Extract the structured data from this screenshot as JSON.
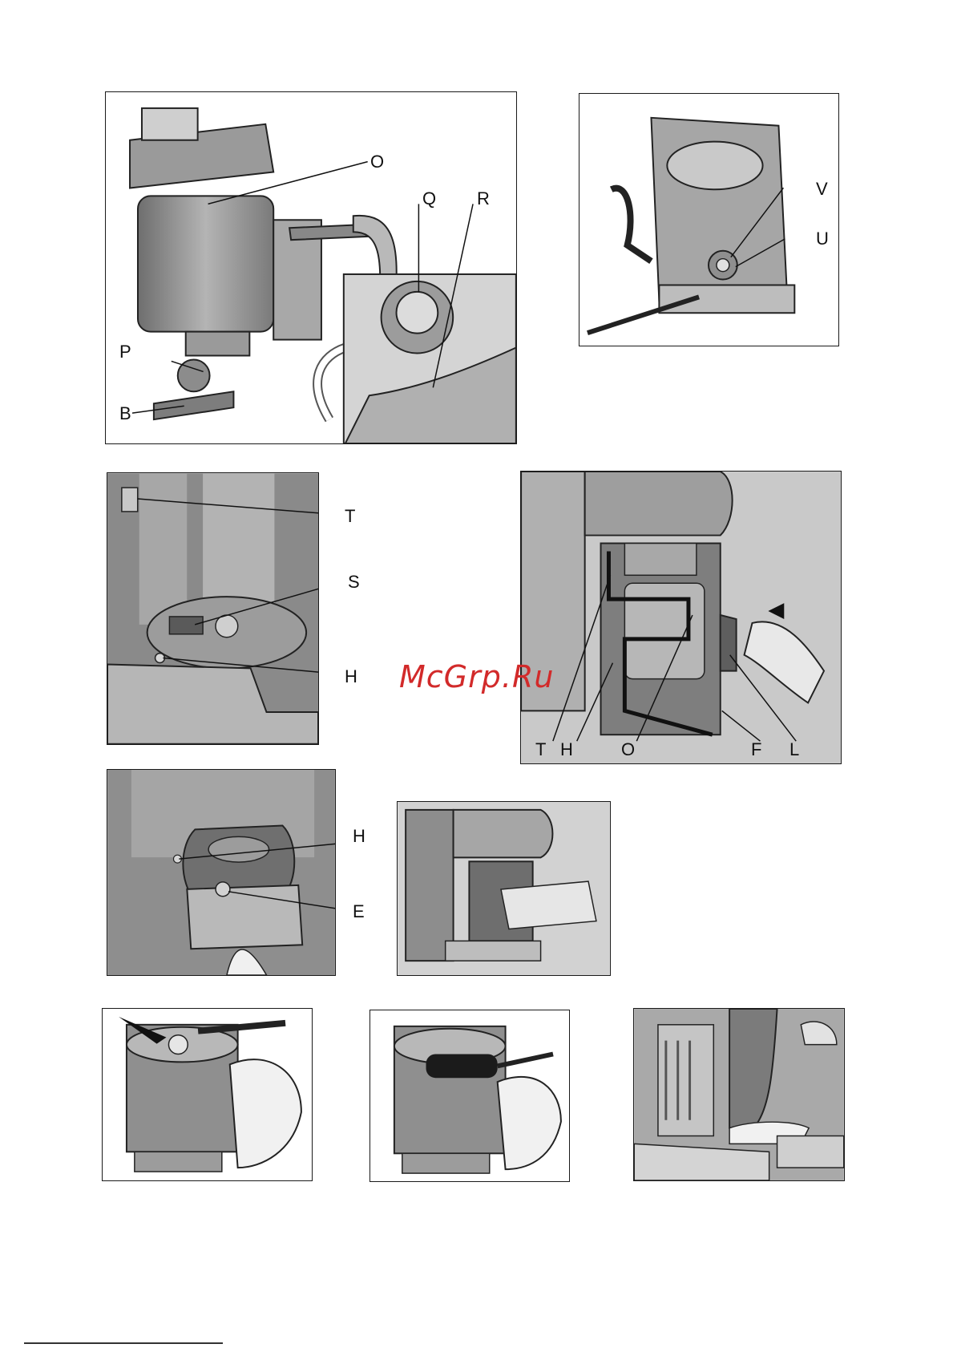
{
  "figures": {
    "fig1": {
      "labels": {
        "O": "O",
        "Q": "Q",
        "R": "R",
        "P": "P",
        "B": "B"
      }
    },
    "fig2": {
      "labels": {
        "V": "V",
        "U": "U"
      }
    },
    "fig3": {
      "labels": {
        "T": "T",
        "S": "S",
        "H": "H"
      }
    },
    "fig4": {
      "labels": {
        "T": "T",
        "H": "H",
        "O": "O",
        "F": "F",
        "L": "L"
      }
    },
    "fig5": {
      "labels": {
        "H": "H",
        "E": "E"
      }
    }
  },
  "watermark": "McGrp.Ru",
  "colors": {
    "watermark": "#d22a2a",
    "ink": "#1a1a1a",
    "shade": "#8a8a8a"
  }
}
